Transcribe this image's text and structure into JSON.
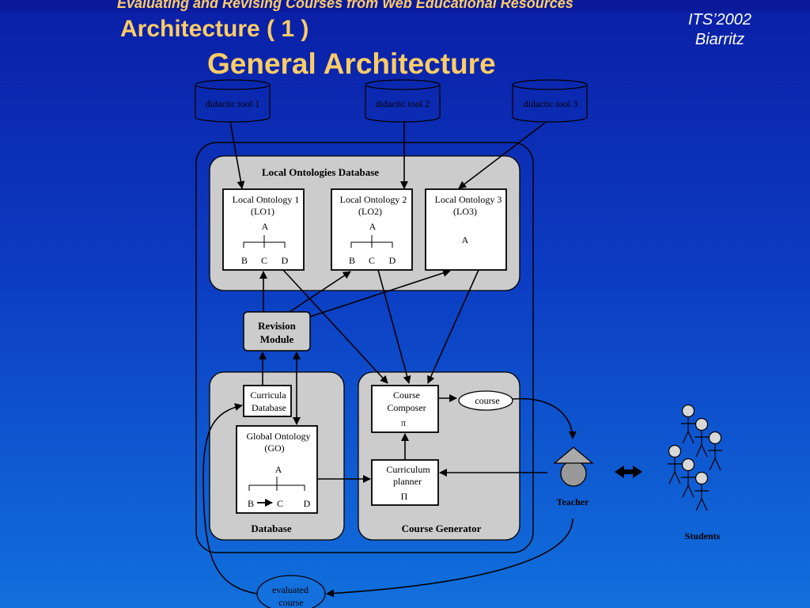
{
  "header": {
    "presentation_title": "Evaluating  and Revising Courses from Web Educational Resources",
    "subtitle": "Architecture ( 1 )",
    "title": "General Architecture",
    "conference_line1": "ITS’2002",
    "conference_line2": "Biarritz"
  },
  "diagram": {
    "tools": [
      "didactic tool 1",
      "didactic tool 2",
      "didactic tool 3"
    ],
    "local_ontologies_db": {
      "label": "Local Ontologies Database",
      "ontologies": [
        {
          "name": "Local Ontology 1",
          "abbr": "(LO1)",
          "root": "A",
          "leaves": [
            "B",
            "C",
            "D"
          ]
        },
        {
          "name": "Local Ontology 2",
          "abbr": "(LO2)",
          "root": "A",
          "leaves": [
            "B",
            "C",
            "D"
          ]
        },
        {
          "name": "Local Ontology 3",
          "abbr": "(LO3)",
          "root": "A"
        }
      ]
    },
    "revision_module": {
      "line1": "Revision",
      "line2": "Module"
    },
    "database": {
      "label": "Database",
      "curricula_line1": "Curricula",
      "curricula_line2": "Database",
      "global_ontology": {
        "name": "Global  Ontology",
        "abbr": "(GO)",
        "root": "A",
        "leaves": [
          "B",
          "C",
          "D"
        ]
      }
    },
    "course_generator": {
      "label": "Course Generator",
      "composer_line1": "Course",
      "composer_line2": "Composer",
      "composer_symbol": "π",
      "planner_line1": "Curriculum",
      "planner_line2": "planner",
      "planner_symbol": "Π"
    },
    "course_label": "course",
    "teacher_label": "Teacher",
    "students_label": "Students",
    "evaluated_line1": "evaluated",
    "evaluated_line2": "course"
  },
  "colors": {
    "title_text": "#ffcc66",
    "container_fill": "#cccccc",
    "box_fill": "#ffffff",
    "figure_fill": "#d8d8d8"
  }
}
